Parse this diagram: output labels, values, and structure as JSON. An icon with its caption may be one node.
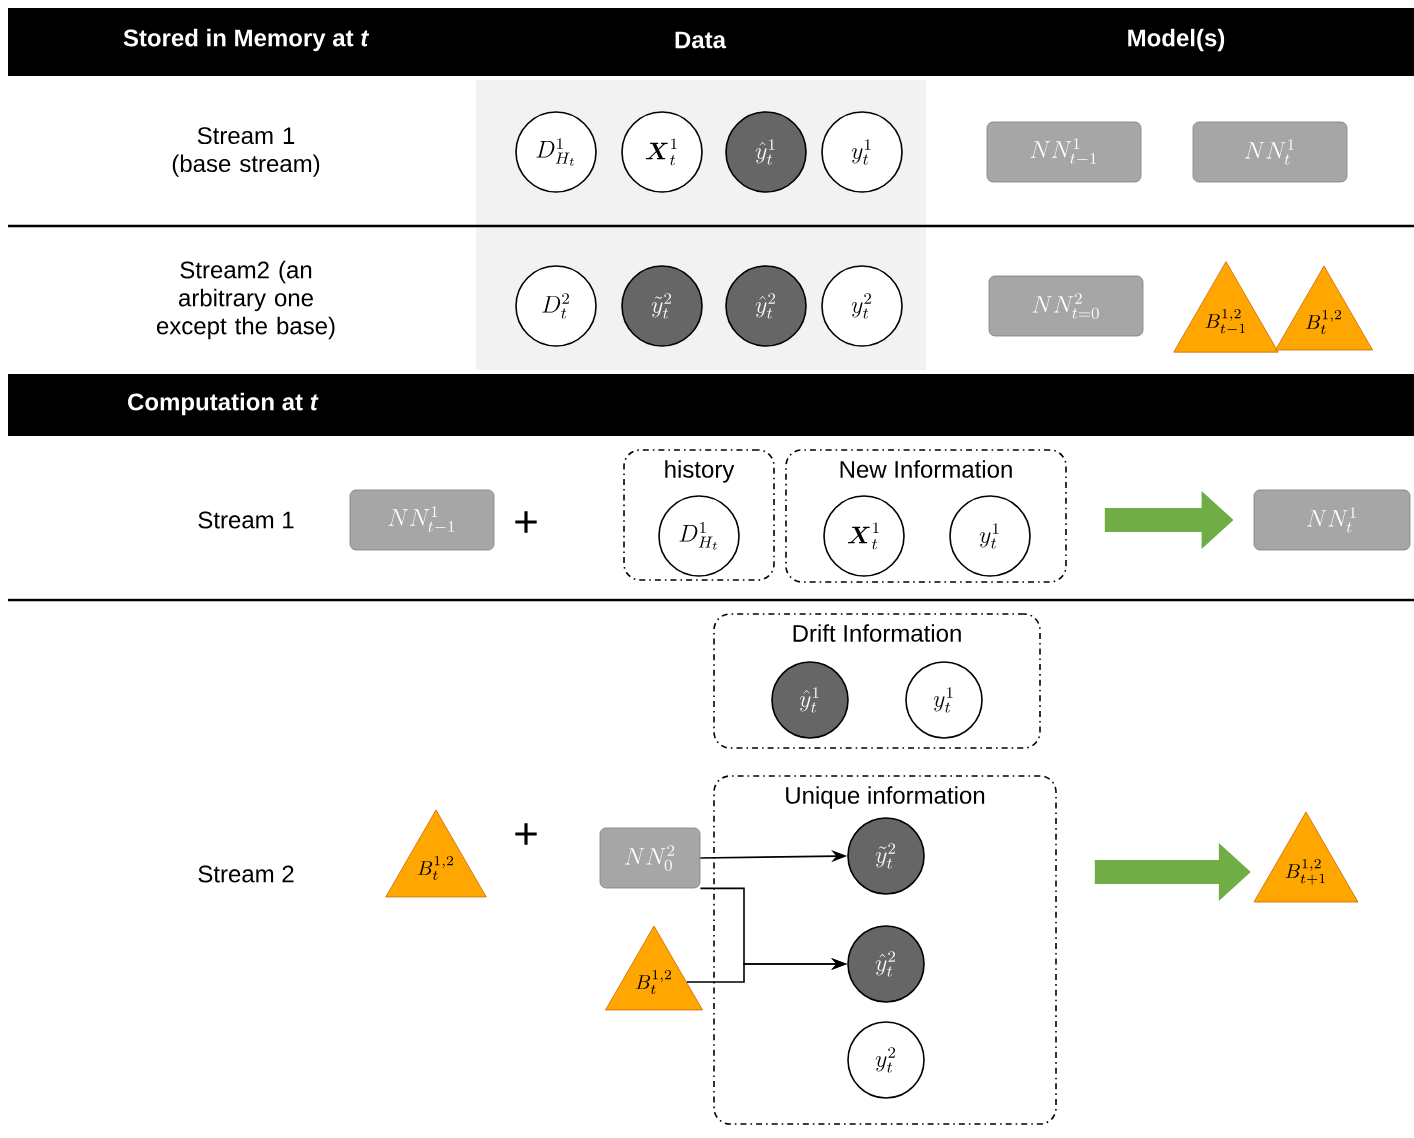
{
  "diagram": {
    "nodes": [
      {
        "text": [
          "D^{1}_{H_t}"
        ]
      },
      {
        "text": [
          "\\boldsymbol{X}^{1}_{t}"
        ]
      },
      {
        "text": [
          "\\hat{y}^{1}_{t}"
        ]
      },
      {
        "text": [
          "y^{1}_{t}"
        ]
      },
      {
        "text": [
          "NN^{1}_{t-1}"
        ]
      },
      {
        "text": [
          "NN^{1}_{t}"
        ]
      },
      {
        "text": [
          "D^{2}_{t}"
        ]
      },
      {
        "text": [
          "\\tilde{y}^{2}_{t}"
        ]
      },
      {
        "text": [
          "\\hat{y}^{2}_{t}"
        ]
      },
      {
        "text": [
          "y^{2}_{t}"
        ]
      },
      {
        "text": [
          "NN^{2}_{t=0}"
        ]
      },
      {
        "text": [
          "B^{1,2}_{t-1}"
        ]
      },
      {
        "text": [
          "B^{1,2}_{t}"
        ]
      },
      {
        "text": [
          "NN^{1}_{t-1}"
        ]
      },
      {
        "text": [
          "history"
        ]
      },
      {
        "text": [
          "D^{1}_{H_t}"
        ],
        "in": 14
      },
      {
        "text": [
          "New Information"
        ]
      },
      {
        "text": [
          "\\boldsymbol{X}^{1}_{t}"
        ],
        "in": 16
      },
      {
        "text": [
          "y^{1}_{t}"
        ],
        "in": 16
      },
      {
        "text": [
          "NN^{1}_{t}"
        ]
      },
      {
        "text": [
          "B^{1,2}_{t}"
        ]
      },
      {
        "text": [
          "Drift Information"
        ]
      },
      {
        "text": [
          "\\hat{y}^{1}_{t}"
        ],
        "in": 21
      },
      {
        "text": [
          "y^{1}_{t}"
        ],
        "in": 21
      },
      {
        "text": [
          "Unique information"
        ]
      },
      {
        "text": [
          "NN^{2}_{0}"
        ]
      },
      {
        "text": [
          "B^{1,2}_{t}"
        ]
      },
      {
        "text": [
          "\\tilde{y}^{2}_{t}"
        ],
        "in": 24
      },
      {
        "text": [
          "\\hat{y}^{2}_{t}"
        ],
        "in": 24
      },
      {
        "text": [
          "y^{2}_{t}"
        ],
        "in": 24
      },
      {
        "text": [
          "B^{1,2}_{t+1}"
        ]
      }
    ],
    "edges": [
      {
        "from": 16,
        "to": 19,
        "arrow": "to",
        "style": "thick",
        "color": "#70ad47"
      },
      {
        "from": 25,
        "to": 27,
        "arrow": "to"
      },
      {
        "from": 25,
        "to": 28,
        "arrow": "to"
      },
      {
        "from": 26,
        "to": 28,
        "arrow": "to"
      },
      {
        "from": 24,
        "to": 30,
        "arrow": "to",
        "style": "thick",
        "color": "#70ad47"
      }
    ],
    "labels": [
      "Stored in Memory at *t*",
      "Data",
      "Model(s)",
      "Stream 1 (base stream)",
      "Stream2 (an arbitrary one except the base)",
      "Computation at *t*",
      "Stream 1",
      "+",
      "Stream 2",
      "+"
    ]
  }
}
